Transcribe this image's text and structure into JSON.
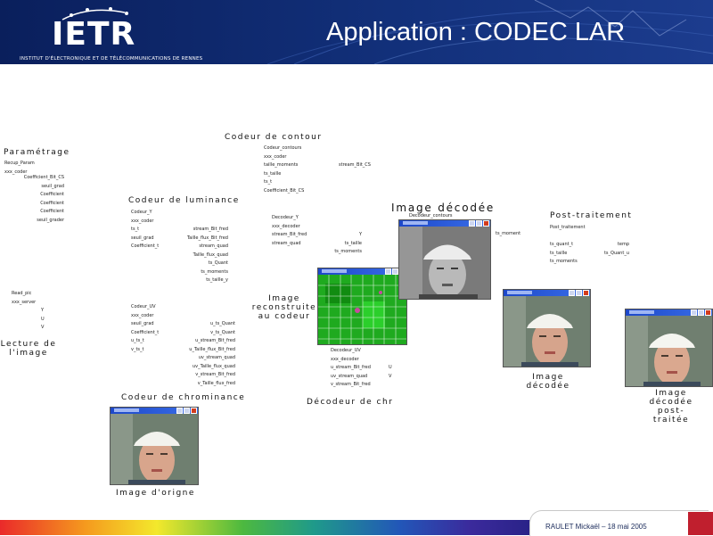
{
  "header": {
    "logo_text": "IETR",
    "logo_subtitle": "INSTITUT D'ÉLECTRONIQUE ET DE TÉLÉCOMMUNICATIONS DE RENNES",
    "title": "Application : CODEC LAR"
  },
  "sections": {
    "parametrage": "Paramétrage",
    "codeur_contour": "Codeur de contour",
    "codeur_luminance": "Codeur de luminance",
    "lecture_image": "Lecture de l'image",
    "codeur_chrominance": "Codeur de chrominance",
    "image_origine": "Image d'origne",
    "image_reconstruite": "Image reconstruite au codeur",
    "image_decodee_main": "Image décodée",
    "decodeur_chr": "Décodeur de chr",
    "post_traitement": "Post-traitement",
    "image_decodee_small": "Image décodée",
    "image_decodee_post": "Image décodée post-traitée"
  },
  "blocks": {
    "param": {
      "left": [
        "Recup_Param",
        "xxx_coder"
      ],
      "right": [
        "Coefficient_Bit_CS",
        "seuil_grad",
        "Coefficient",
        "Coefficient",
        "Coefficient",
        "seuil_grader"
      ]
    },
    "contour": {
      "left": [
        "Codeur_contours",
        "xxx_coder",
        "taille_moments",
        "ts_taille",
        "ts_t",
        "Coefficient_Bit_CS"
      ],
      "right": [
        "stream_Bit_CS"
      ]
    },
    "lum": {
      "left": [
        "Codeur_Y",
        "xxx_coder",
        "ts_t",
        "seuil_grad",
        "Coefficient_t"
      ],
      "right": [
        "stream_Bit_fred",
        "Taille_flux_Bit_fred",
        "stream_quad",
        "Taille_flux_quad",
        "ts_Quant",
        "ts_moments",
        "ts_taille_y"
      ]
    },
    "decY": {
      "left": [
        "Decodeur_Y",
        "xxx_decoder",
        "stream_Bit_fred",
        "stream_quad"
      ],
      "right": [
        "Y",
        "ts_taille",
        "ts_moments"
      ]
    },
    "read": {
      "left": [
        "Read_pic",
        "xxx_server"
      ],
      "right": [
        "Y",
        "U",
        "V"
      ]
    },
    "uv": {
      "left": [
        "Codeur_UV",
        "xxx_coder",
        "seuil_grad",
        "Coefficient_t",
        "u_ts_t",
        "v_ts_t"
      ],
      "right": [
        "u_ts_Quant",
        "v_ts_Quant",
        "u_stream_Bit_fred",
        "u_Taille_flux_Bit_fred",
        "uv_stream_quad",
        "uv_Taille_flux_quad",
        "v_stream_Bit_fred",
        "v_Taille_flux_fred"
      ]
    },
    "decContours": {
      "left": [
        "Decodeur_contours"
      ],
      "right": [
        "ts_moment"
      ]
    },
    "decUV": {
      "left": [
        "Decodeur_UV",
        "xxx_decoder",
        "u_stream_Bit_fred",
        "uv_stream_quad",
        "v_stream_Bit_fred"
      ],
      "right": [
        "U",
        "V"
      ]
    },
    "post": {
      "left": [
        "Post_traitement",
        "",
        "ts_quant_t",
        "ts_taille",
        "ts_moments"
      ],
      "right": [
        "",
        "",
        "temp",
        "ts_Quant_u"
      ]
    }
  },
  "footer": {
    "credit": "RAULET Mickaël – 18 mai 2005"
  },
  "colors": {
    "banner": "#0a1f5c",
    "window_title": "#1d48c9",
    "footer_red": "#c01f2e"
  }
}
